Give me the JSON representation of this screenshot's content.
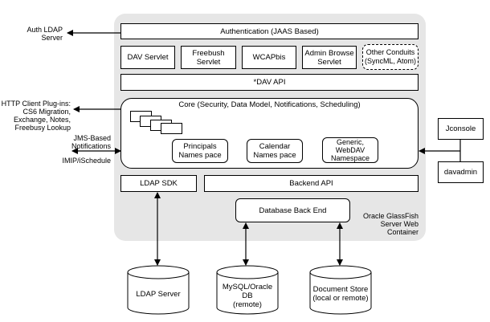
{
  "external": {
    "auth_ldap": [
      "Auth LDAP",
      "Server"
    ],
    "http_plugins": [
      "HTTP Client Plug-ins:",
      "CS6 Migration,",
      "Exchange, Notes,",
      "Freebusy Lookup"
    ],
    "jms": [
      "JMS-Based",
      "Notifications"
    ],
    "imip": "IMIP/iSchedule",
    "jconsole": "Jconsole",
    "davadmin": "davadmin"
  },
  "container": {
    "label": [
      "Oracle GlassFish",
      "Server Web",
      "Container"
    ],
    "authentication": "Authentication (JAAS Based)",
    "servlets": [
      {
        "id": "dav-servlet",
        "lines": [
          "DAV Servlet"
        ]
      },
      {
        "id": "freebush-servlet",
        "lines": [
          "Freebush",
          "Servlet"
        ]
      },
      {
        "id": "wcapbis",
        "lines": [
          "WCAPbis"
        ]
      },
      {
        "id": "admin-browse-servlet",
        "lines": [
          "Admin Browse",
          "Servlet"
        ]
      },
      {
        "id": "other-conduits",
        "lines": [
          "Other Conduits",
          "(SyncML, Atom)"
        ]
      }
    ],
    "dav_api": "*DAV API",
    "core": {
      "title": "Core (Security, Data Model, Notifications, Scheduling)",
      "namespaces": [
        {
          "id": "principals",
          "lines": [
            "Principals",
            "Names pace"
          ]
        },
        {
          "id": "calendar",
          "lines": [
            "Calendar",
            "Names pace"
          ]
        },
        {
          "id": "generic-webdav",
          "lines": [
            "Generic,",
            "WebDAV",
            "Namespace"
          ]
        }
      ]
    },
    "ldap_sdk": "LDAP SDK",
    "backend_api": "Backend API",
    "database_back_end": "Database Back End"
  },
  "stores": [
    {
      "id": "ldap-server",
      "lines": [
        "LDAP Server"
      ]
    },
    {
      "id": "mysql-oracle-db",
      "lines": [
        "MySQL/Oracle",
        "DB",
        "(remote)"
      ]
    },
    {
      "id": "document-store",
      "lines": [
        "Document Store",
        "(local or remote)"
      ]
    }
  ],
  "colors": {
    "container_fill": "#e6e6e6",
    "stroke": "#000000",
    "box_fill": "#ffffff"
  }
}
